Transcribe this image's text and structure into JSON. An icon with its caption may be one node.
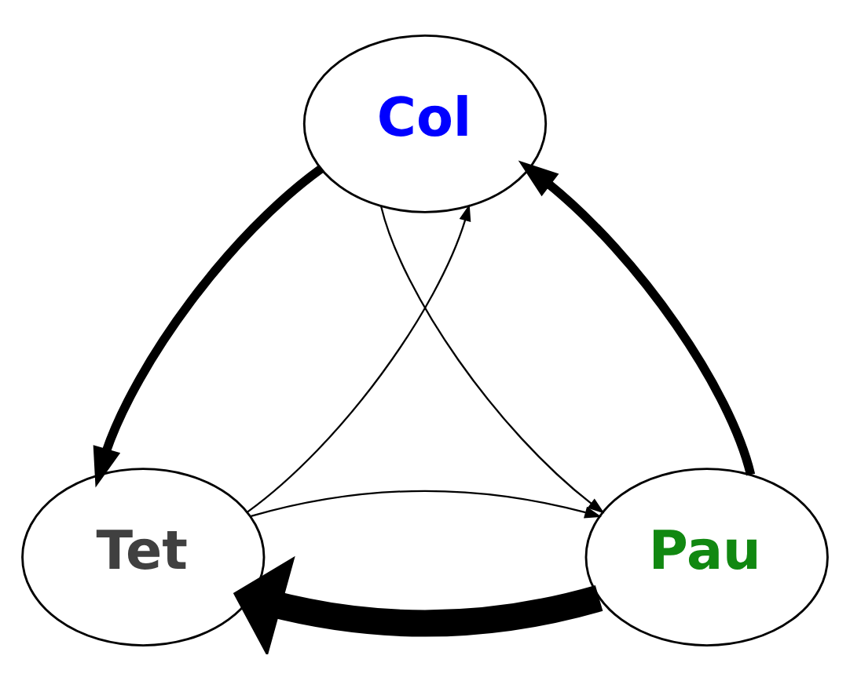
{
  "diagram": {
    "nodes": [
      {
        "text": [
          "Col"
        ]
      },
      {
        "text": [
          "Tet"
        ]
      },
      {
        "text": [
          "Pau"
        ]
      }
    ],
    "edges": [
      {
        "from": 1,
        "to": 0,
        "arrow": "to"
      },
      {
        "from": 0,
        "to": 1,
        "arrow": "to",
        "style": "thick"
      },
      {
        "from": 2,
        "to": 0,
        "arrow": "to",
        "style": "thick"
      },
      {
        "from": 0,
        "to": 2,
        "arrow": "to"
      },
      {
        "from": 2,
        "to": 1,
        "arrow": "to",
        "style": "thick"
      },
      {
        "from": 1,
        "to": 2,
        "arrow": "to"
      }
    ]
  }
}
